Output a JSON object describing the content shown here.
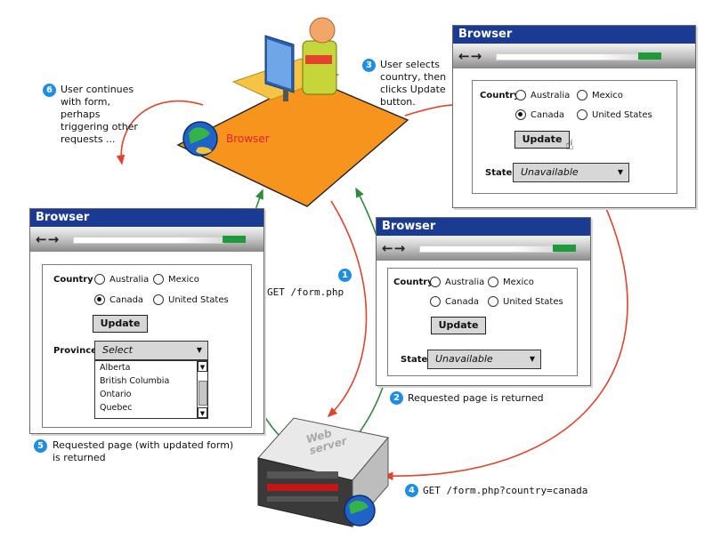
{
  "browser_label": "Browser",
  "server_label": "Web\nserver",
  "steps": {
    "s1": {
      "badge": "1",
      "text": "GET /form.php"
    },
    "s2": {
      "badge": "2",
      "text": "Requested page is returned"
    },
    "s3": {
      "badge": "3",
      "text": "User selects\ncountry, then\nclicks Update\nbutton."
    },
    "s4": {
      "badge": "4",
      "text": "GET /form.php?country=canada"
    },
    "s5": {
      "badge": "5",
      "text": "Requested page (with updated form)\nis returned"
    },
    "s6": {
      "badge": "6",
      "text": "User continues\nwith form,\nperhaps\ntriggering other\nrequests ..."
    }
  },
  "form": {
    "country_label": "Country",
    "options": [
      "Australia",
      "Mexico",
      "Canada",
      "United States"
    ],
    "update_label": "Update",
    "state_label": "State",
    "province_label": "Province",
    "unavailable": "Unavailable",
    "select_placeholder": "Select",
    "provinces": [
      "Alberta",
      "British Columbia",
      "Ontario",
      "Quebec"
    ]
  },
  "windows": {
    "top_right": {
      "title": "Browser",
      "selected": "Canada"
    },
    "middle_right": {
      "title": "Browser",
      "selected": "none"
    },
    "left": {
      "title": "Browser",
      "selected": "Canada"
    }
  },
  "colors": {
    "title_bar": "#1b3a93",
    "step_badge": "#1d8ee3",
    "request_arrow": "#e2432a",
    "response_arrow": "#2f8a3a",
    "platform": "#f7941d",
    "address_go": "#1f9a3b"
  }
}
